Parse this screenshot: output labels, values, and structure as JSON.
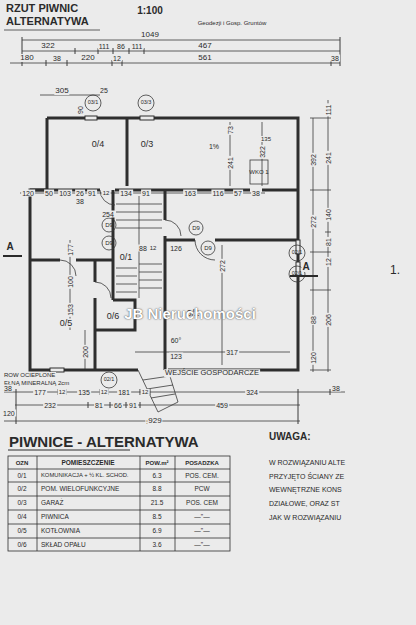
{
  "diagram": {
    "title": "RZUT PIWNIC ALTERNATYWA",
    "labels": [
      "1:100",
      "Geodezji i Gosp. Gruntów",
      "1049",
      "322",
      "111",
      "86",
      "111",
      "467",
      "180",
      "38",
      "220",
      "12",
      "561",
      "38",
      "305",
      "25",
      "90",
      "03/1",
      "03/3",
      "0/4",
      "0/3",
      "1%",
      "73",
      "241",
      "322",
      "135",
      "WKO 1",
      "111",
      "392",
      "241",
      "140",
      "81",
      "12",
      "206",
      "272",
      "88",
      "120",
      "120",
      "50",
      "103",
      "26",
      "91",
      "12",
      "134",
      "91",
      "163",
      "116",
      "57",
      "38",
      "38",
      "254",
      "D9",
      "D9",
      "D9",
      "D9",
      "0/1",
      "177",
      "88",
      "12",
      "126",
      "100",
      "153",
      "0/5",
      "0/6",
      "0/2",
      "272",
      "200",
      "60°",
      "123",
      "317",
      "02/1",
      "02/1",
      "02/1",
      "S1",
      "A",
      "A",
      "1.",
      "WEJŚCIE GOSPODARCZE",
      "ROW OCIEPLONE",
      "EŁNĄ MINERALNĄ 2cm",
      "38",
      "177",
      "12",
      "135",
      "12",
      "181",
      "12",
      "324",
      "38",
      "232",
      "81",
      "66",
      "91",
      "459",
      "120",
      "929",
      "JB Nieruchomości",
      "PIWNICE - ALTERNATYWA",
      "OZN",
      "POMIESZCZENIE",
      "POW.m²",
      "POSADZKA",
      "0/1",
      "KOMUNIKACJA + ½ KL. SCHOD.",
      "6.3",
      "POS. CEM.",
      "0/2",
      "POM. WIELOFUNKCYJNE",
      "8.8",
      "PCW",
      "0/3",
      "GARAŻ",
      "21.5",
      "POS. CEM",
      "0/4",
      "PIWNICA",
      "8.5",
      "—\"—",
      "0/5",
      "KOTŁOWNIA",
      "6.9",
      "—\"—",
      "0/6",
      "SKŁAD OPAŁU",
      "3.6",
      "—\"—",
      "UWAGA:",
      "W ROZWIĄZANIU ALTE",
      "PRZYJĘTO ŚCIANY ZE",
      "WEWNĘTRZNE KONS",
      "DZIAŁOWE, ORAZ ST",
      "JAK W ROZWIĄZANIU"
    ]
  }
}
